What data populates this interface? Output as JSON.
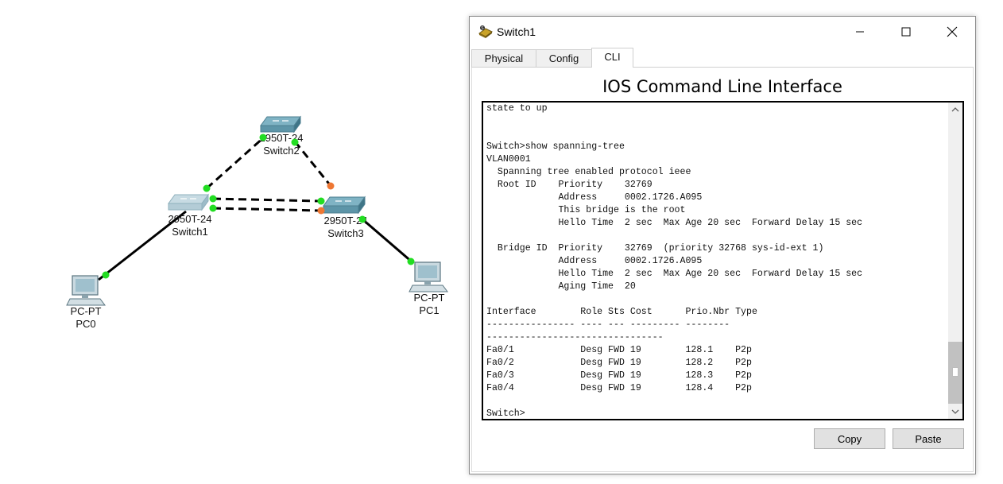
{
  "topology": {
    "devices": [
      {
        "id": "switch2",
        "model": "2950T-24",
        "name": "Switch2"
      },
      {
        "id": "switch1",
        "model": "2950T-24",
        "name": "Switch1"
      },
      {
        "id": "switch3",
        "model": "2950T-24",
        "name": "Switch3"
      },
      {
        "id": "pc0",
        "model": "PC-PT",
        "name": "PC0"
      },
      {
        "id": "pc1",
        "model": "PC-PT",
        "name": "PC1"
      }
    ],
    "link_colors": {
      "up": "#22dd22",
      "blocking": "#ee7733"
    }
  },
  "window": {
    "title": "Switch1",
    "tabs": [
      {
        "label": "Physical",
        "active": false
      },
      {
        "label": "Config",
        "active": false
      },
      {
        "label": "CLI",
        "active": true
      }
    ],
    "heading": "IOS Command Line Interface",
    "console_lines": [
      "state to up",
      "",
      "",
      "Switch>show spanning-tree",
      "VLAN0001",
      "  Spanning tree enabled protocol ieee",
      "  Root ID    Priority    32769",
      "             Address     0002.1726.A095",
      "             This bridge is the root",
      "             Hello Time  2 sec  Max Age 20 sec  Forward Delay 15 sec",
      "",
      "  Bridge ID  Priority    32769  (priority 32768 sys-id-ext 1)",
      "             Address     0002.1726.A095",
      "             Hello Time  2 sec  Max Age 20 sec  Forward Delay 15 sec",
      "             Aging Time  20",
      "",
      "Interface        Role Sts Cost      Prio.Nbr Type",
      "---------------- ---- --- --------- --------",
      "--------------------------------",
      "Fa0/1            Desg FWD 19        128.1    P2p",
      "Fa0/2            Desg FWD 19        128.2    P2p",
      "Fa0/3            Desg FWD 19        128.3    P2p",
      "Fa0/4            Desg FWD 19        128.4    P2p",
      "",
      "Switch>"
    ],
    "copy_label": "Copy",
    "paste_label": "Paste"
  }
}
